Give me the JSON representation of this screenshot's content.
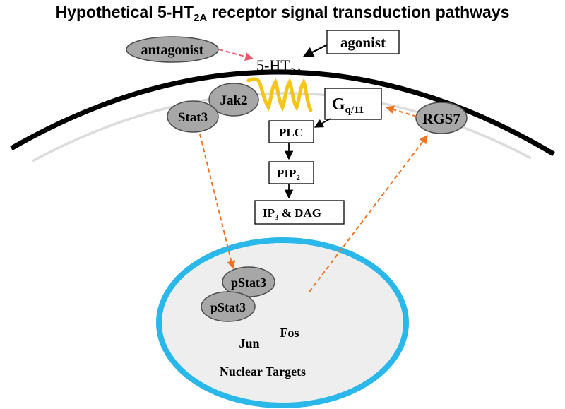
{
  "title": {
    "main": "Hypothetical 5-HT",
    "sub": "2A",
    "rest": " receptor signal transduction pathways"
  },
  "receptor": {
    "main": "5-HT",
    "sub": "2A"
  },
  "ovals": {
    "antagonist": "antagonist",
    "jak2": "Jak2",
    "stat3": "Stat3",
    "rgs7": "RGS7",
    "pstat3_top": "pStat3",
    "pstat3_bottom": "pStat3"
  },
  "boxes": {
    "agonist": "agonist",
    "gq": {
      "main": "G",
      "sub": "q/11"
    },
    "plc": "PLC",
    "pip2": {
      "main": "PIP",
      "sub": "2"
    },
    "ip3dag": {
      "main": "IP",
      "sub": "3",
      "rest": " & DAG"
    }
  },
  "nucleus": {
    "jun": "Jun",
    "fos": "Fos",
    "targets": "Nuclear Targets"
  },
  "colors": {
    "membrane": "#000000",
    "inner_membrane": "#dcdcdc",
    "receptor_helix": "#f5c518",
    "nucleus_border": "#2ab8ea",
    "nucleus_fill": "#eeeeee",
    "antagonist_arrow": "#e8596a",
    "pathway_arrow": "#ee7524",
    "oval_fill": "#a7a7a7"
  }
}
